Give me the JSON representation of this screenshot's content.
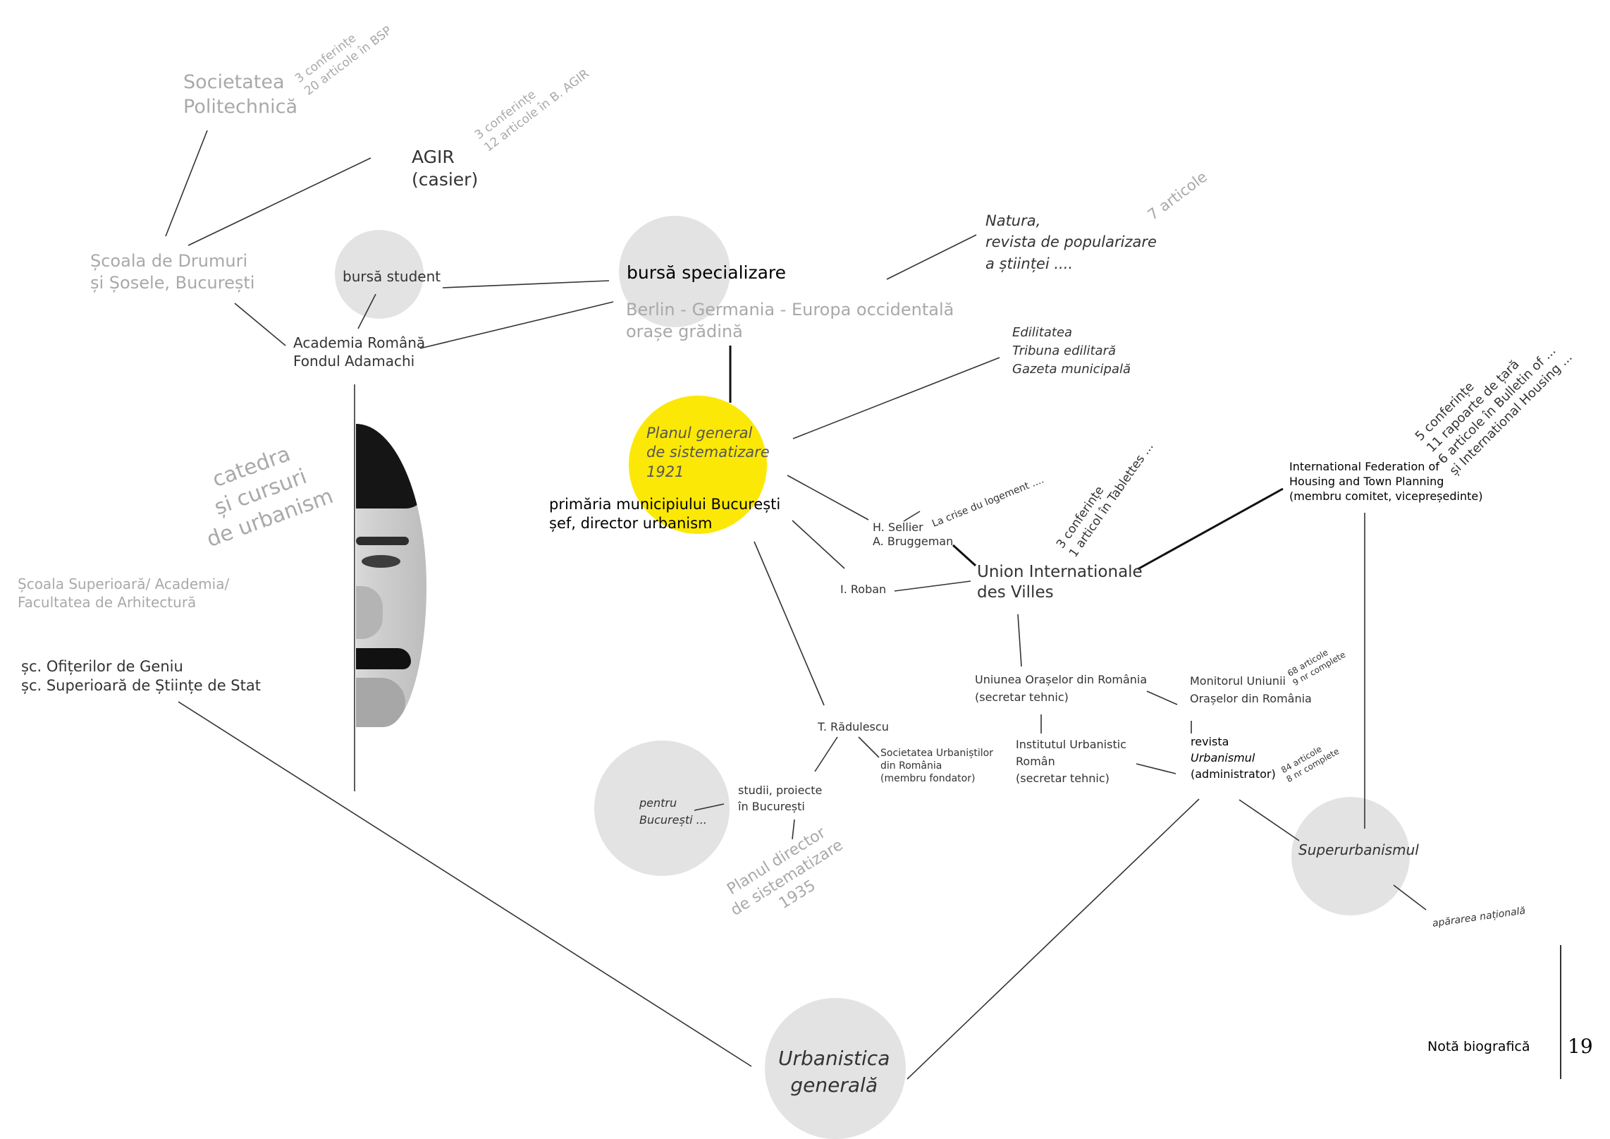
{
  "nodes": {
    "societatea_politechnica": "Societatea\nPolitechnică",
    "spol_stats": "3 conferințe\n20 articole în BSP",
    "agir": "AGIR\n(casier)",
    "agir_stats": "3 conferințe\n12 articole în B. AGIR",
    "scoala_drumuri": "Școala de Drumuri\nși Șosele, București",
    "bursa_student": "bursă student",
    "bursa_specializare": "bursă specializare",
    "berlin": "Berlin - Germania - Europa occidentală\norașe grădină",
    "natura": "Natura,\nrevista de popularizare\na științei ....",
    "natura_stats": "7 articole",
    "academia": "Academia Română\nFondul Adamachi",
    "edilitatea": "Edilitatea\nTribuna edilitară\nGazeta municipală",
    "planul_general": "Planul general\nde sistematizare\n1921",
    "primaria": "primăria municipiului București\nșef, director urbanism",
    "catedra": "catedra\nși cursuri\nde urbanism",
    "scoala_superioara": "Școala Superioară/ Academia/\nFacultatea de Arhitectură",
    "sc_ofiteri": "șc. Ofițerilor de Geniu\nșc. Superioară de Științe de Stat",
    "sellier": "H. Sellier\nA. Bruggeman",
    "la_crise": "La crise du logement ....",
    "uiv_stats": "3 conferințe\n1 articol în Tablettes ...",
    "uiv": "Union Internationale\ndes Villes",
    "roban": "I. Roban",
    "ifhtp": "International Federation of\nHousing and Town Planning\n(membru comitet, vicepreședinte)",
    "ifhtp_stats": "5 conferințe\n11 rapoarte de țară\n6 articole în Bulletin of ...\nși International Housing ...",
    "uniunea_oraselor": "Uniunea Orașelor din România\n(secretar tehnic)",
    "monitorul": "Monitorul Uniunii\nOrașelor din România",
    "monitorul_stats": "68 articole\n9 nr complete",
    "institutul": "Institutul Urbanistic\nRomân\n(secretar tehnic)",
    "revista_prefix": "revista",
    "revista_title": "Urbanismul",
    "revista_role": "(administrator)",
    "revista_stats": "84 articole\n8 nr complete",
    "radulescu": "T. Rădulescu",
    "soc_urbanistilor": "Societatea Urbaniștilor\ndin România\n(membru fondator)",
    "studii": "studii, proiecte\nîn București",
    "pentru_bucuresti": "pentru\nBucurești ...",
    "planul_director": "Planul director\nde sistematizare\n1935",
    "superurbanismul": "Superurbanismul",
    "apararea": "apărarea națională",
    "urbanistica": "Urbanistica\ngenerală"
  },
  "footer": {
    "label": "Notă biografică",
    "page_number": "19"
  },
  "colors": {
    "accent": "#fbe806",
    "circle": "#e3e3e4",
    "gray_text": "#a9a9a9",
    "line": "#333333"
  }
}
